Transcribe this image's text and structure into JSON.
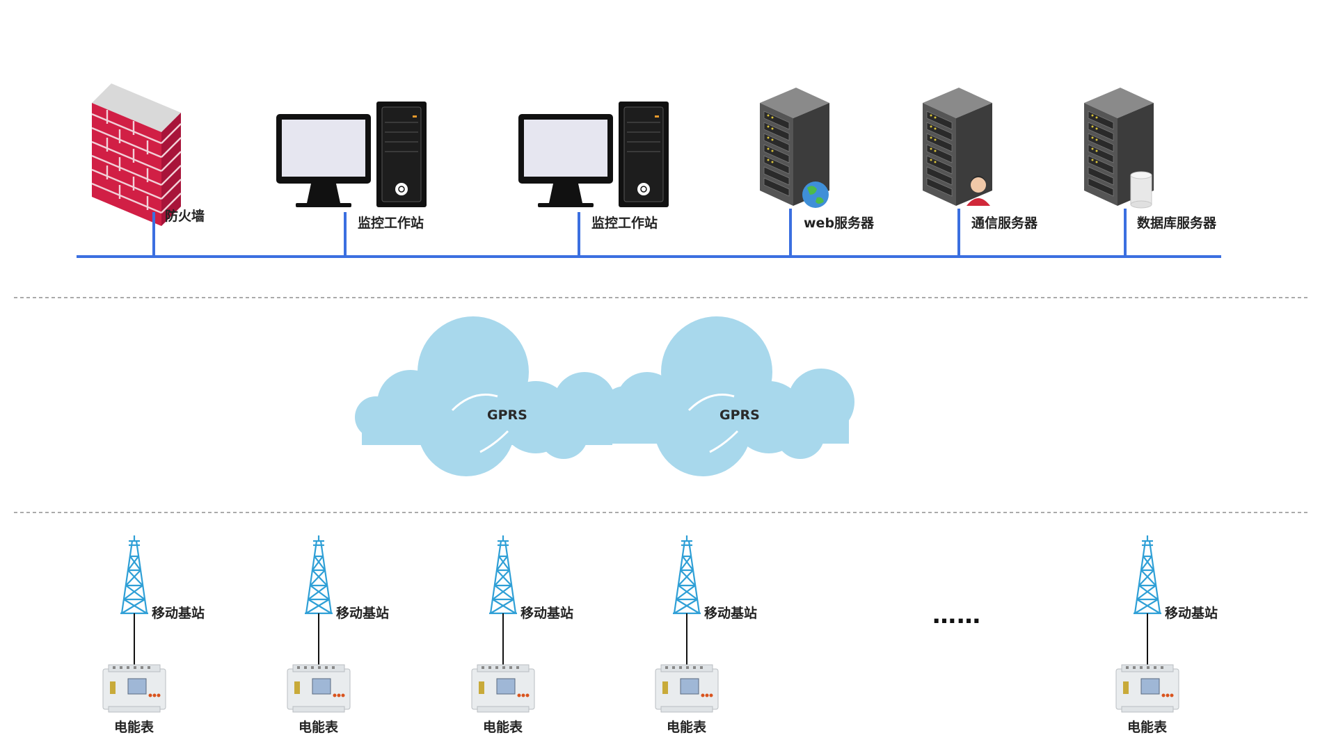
{
  "diagram": {
    "top_devices": [
      {
        "label": "防火墙",
        "icon": "firewall-icon"
      },
      {
        "label": "监控工作站",
        "icon": "workstation-icon"
      },
      {
        "label": "监控工作站",
        "icon": "workstation-icon"
      },
      {
        "label": "web服务器",
        "icon": "web-server-icon"
      },
      {
        "label": "通信服务器",
        "icon": "communication-server-icon"
      },
      {
        "label": "数据库服务器",
        "icon": "database-server-icon"
      }
    ],
    "clouds": [
      {
        "label": "GPRS"
      },
      {
        "label": "GPRS"
      }
    ],
    "base_stations": [
      {
        "label": "移动基站",
        "meter_label": "电能表"
      },
      {
        "label": "移动基站",
        "meter_label": "电能表"
      },
      {
        "label": "移动基站",
        "meter_label": "电能表"
      },
      {
        "label": "移动基站",
        "meter_label": "电能表"
      },
      {
        "label": "移动基站",
        "meter_label": "电能表"
      }
    ],
    "ellipsis": "……",
    "colors": {
      "bus_line": "#3b6fe0",
      "cloud": "#a8d8ec",
      "firewall_brick": "#d11f45",
      "server_body": "#4a4a4a",
      "tower": "#2e9fd6"
    }
  }
}
